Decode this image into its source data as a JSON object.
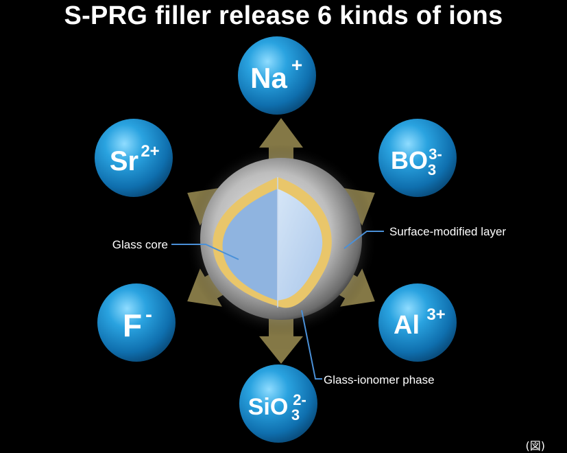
{
  "title": "S-PRG filler release 6 kinds of ions",
  "ions": {
    "na": {
      "base": "Na",
      "sup": "+"
    },
    "bo": {
      "base": "BO",
      "sub": "3",
      "sup": "3-"
    },
    "al": {
      "base": "Al",
      "sup": "3+"
    },
    "sio": {
      "base": "SiO",
      "sub": "3",
      "sup": "2-"
    },
    "f": {
      "base": "F",
      "sup": "-"
    },
    "sr": {
      "base": "Sr",
      "sup": "2+"
    }
  },
  "labels": {
    "glass_core": "Glass core",
    "surface_layer": "Surface-modified layer",
    "ionomer_phase": "Glass-ionomer phase"
  },
  "figure_note": "(図)",
  "colors": {
    "background": "#000000",
    "ion_blue": "#1f8fd0",
    "arrow": "#8c7f4a",
    "core": "#8fb4e0",
    "ionomer_ring": "#e9c66a",
    "callout_line": "#4a90d8"
  }
}
